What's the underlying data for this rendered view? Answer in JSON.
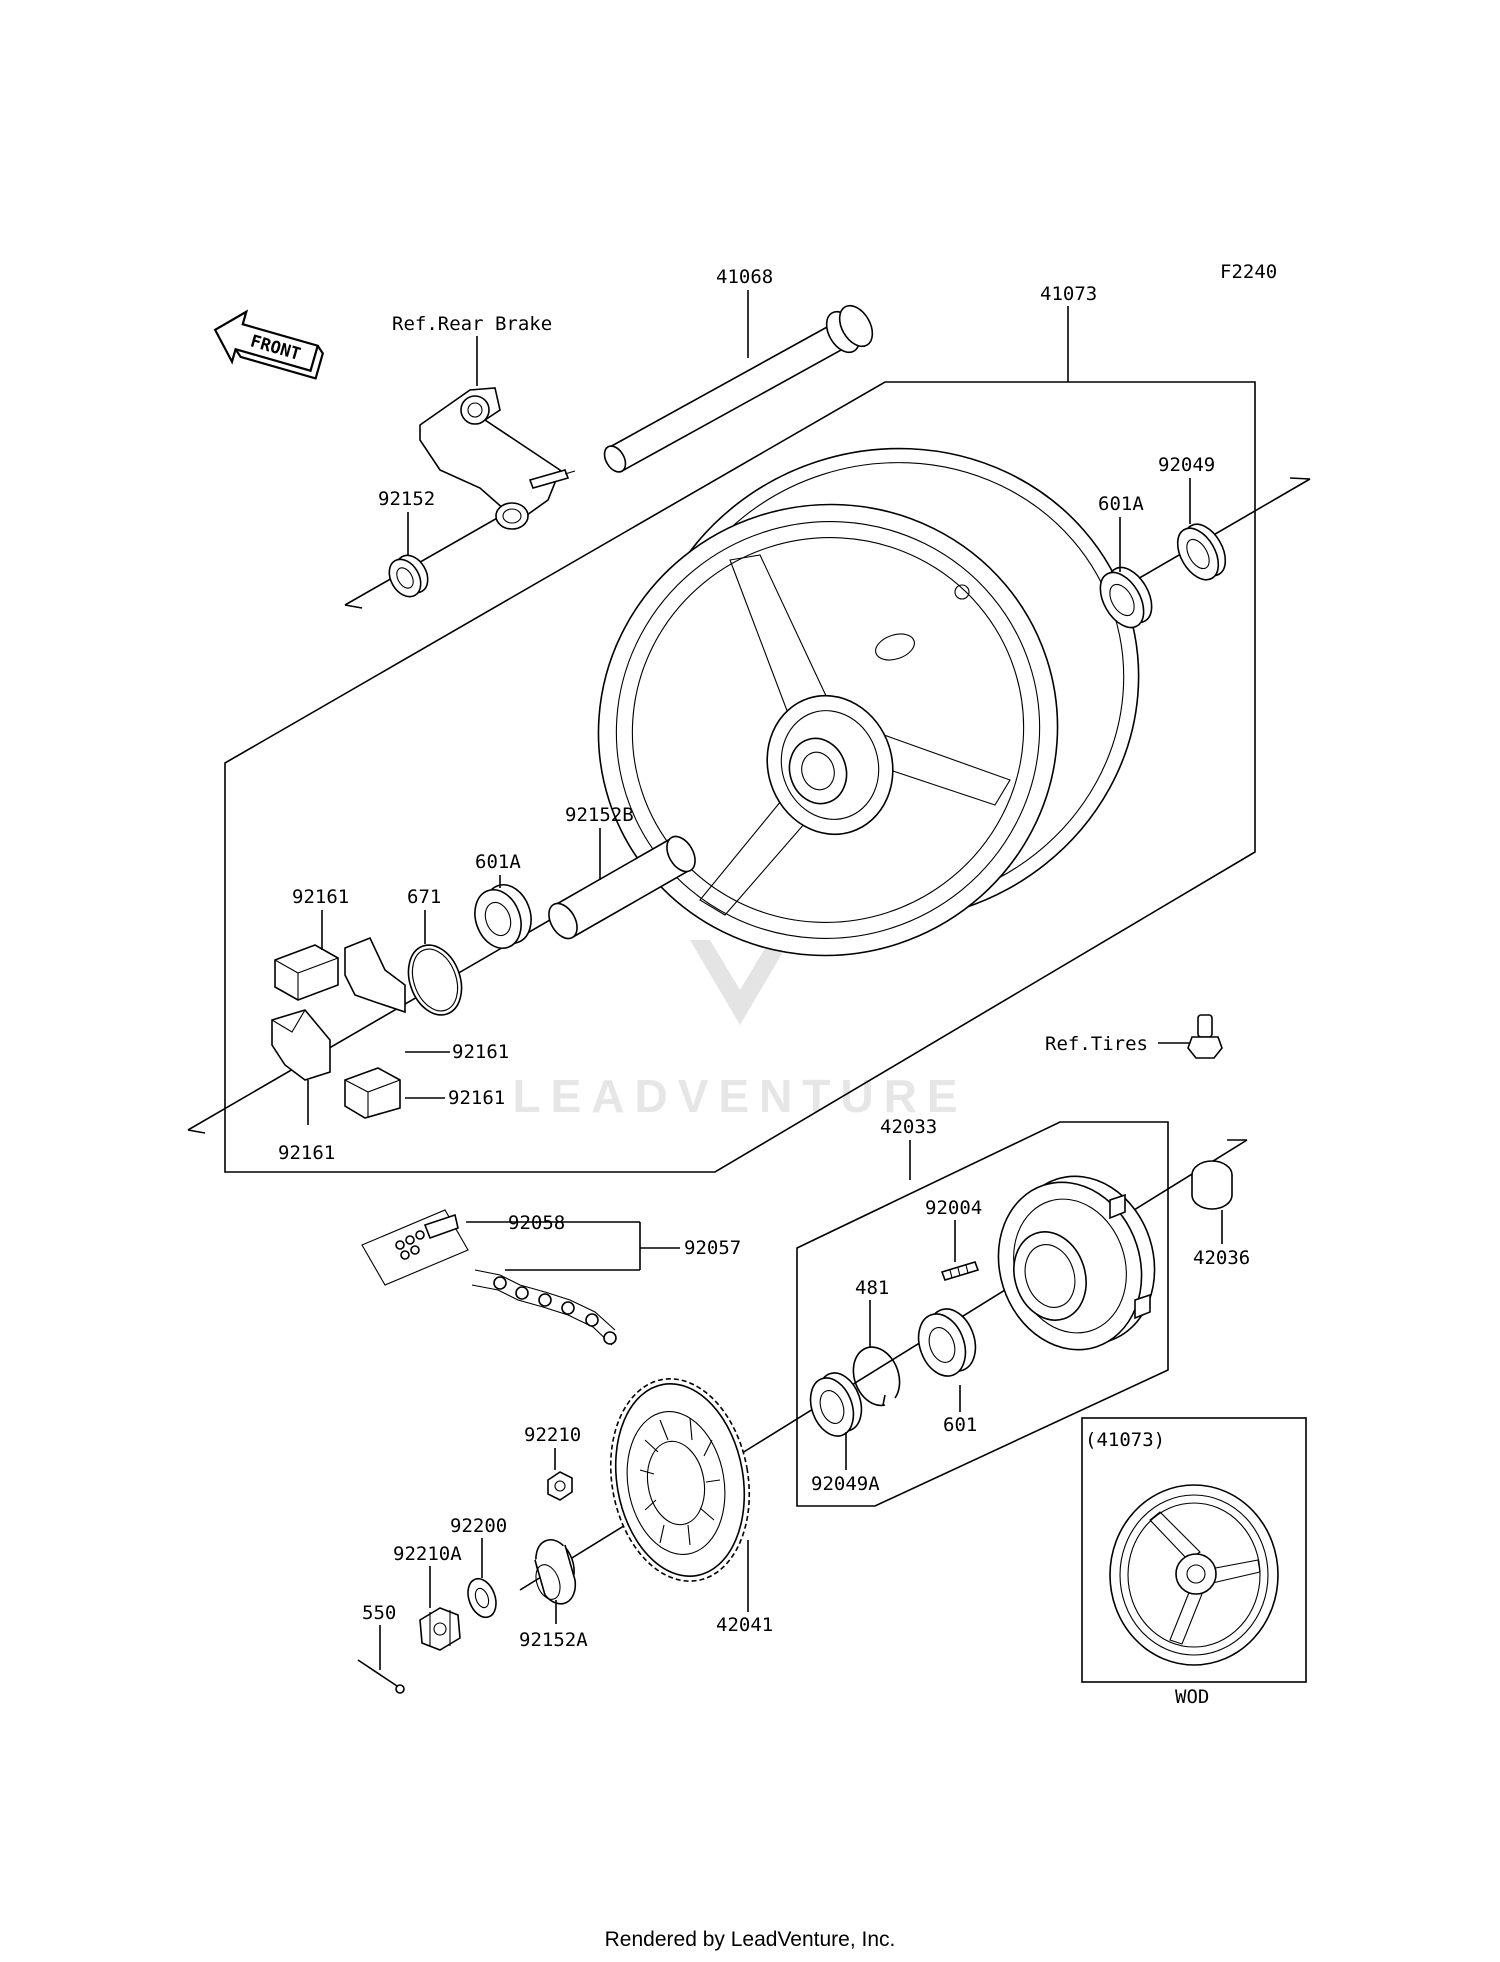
{
  "diagram_code": "F2240",
  "front_arrow_label": "FRONT",
  "refs": {
    "rear_brake": "Ref.Rear Brake",
    "tires": "Ref.Tires"
  },
  "parts": {
    "p41068": "41068",
    "p41073": "41073",
    "p92049": "92049",
    "p601A_right": "601A",
    "p92152": "92152",
    "p92152B": "92152B",
    "p601A_left": "601A",
    "p671": "671",
    "p92161_a": "92161",
    "p92161_b": "92161",
    "p92161_c": "92161",
    "p92161_d": "92161",
    "p42033": "42033",
    "p92004": "92004",
    "p42036": "42036",
    "p92058": "92058",
    "p92057": "92057",
    "p481": "481",
    "p601": "601",
    "p92210": "92210",
    "p92049A": "92049A",
    "p92200": "92200",
    "p92210A": "92210A",
    "p550": "550",
    "p92152A": "92152A",
    "p42041": "42041"
  },
  "inset": {
    "title": "(41073)",
    "caption": "WOD"
  },
  "watermark": "LEADVENTURE",
  "footer": "Rendered by LeadVenture, Inc."
}
